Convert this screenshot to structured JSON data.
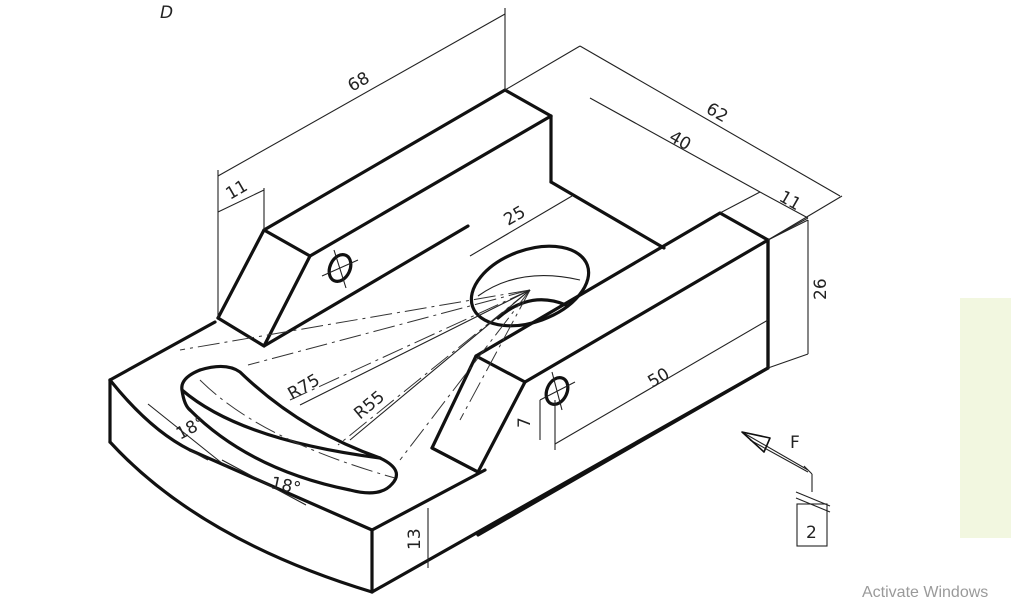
{
  "drawing": {
    "letter": "D",
    "dimensions": {
      "overall_length": "68",
      "overall_width": "62",
      "slot_span": "40",
      "wall_right": "11",
      "wall_left": "11",
      "hole_diameter": "25",
      "height": "26",
      "wall_length": "50",
      "hole_offset": "7",
      "base_thickness": "13",
      "radius_outer": "R75",
      "radius_inner": "R55",
      "angle_a": "18°",
      "angle_b": "18°"
    },
    "view_marker": {
      "arrow_label": "F",
      "tag": "2"
    }
  },
  "overlay": {
    "watermark": "Activate Windows"
  }
}
